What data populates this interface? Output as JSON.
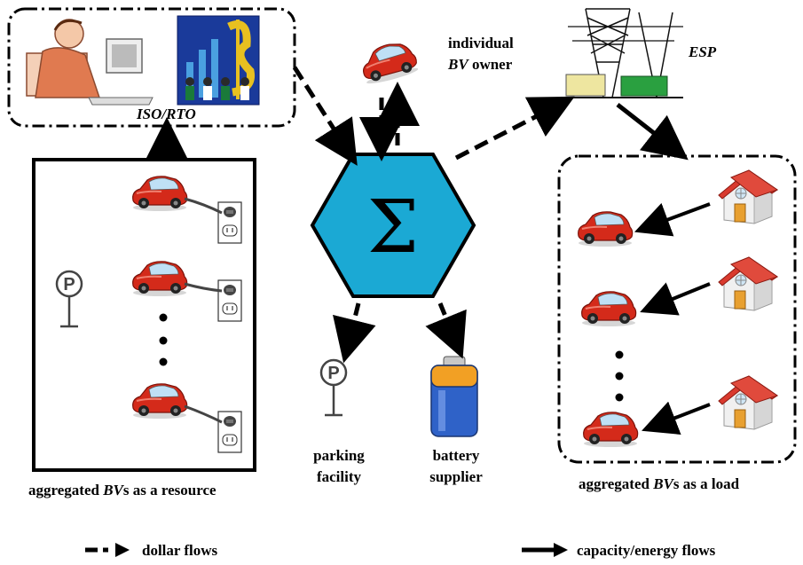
{
  "iso_rto": {
    "label": "ISO/RTO"
  },
  "owner": {
    "line1": "individual",
    "bv": "BV",
    "rest": " owner"
  },
  "esp": {
    "label": "ESP"
  },
  "aggregator": {
    "symbol": "Σ"
  },
  "parking": {
    "sign": "P",
    "line1": "parking",
    "line2": "facility"
  },
  "battery": {
    "line1": "battery",
    "line2": "supplier"
  },
  "resource_group": {
    "pre": "aggregated ",
    "bv": "BV",
    "post": "s as a resource"
  },
  "load_group": {
    "pre": "aggregated ",
    "bv": "BV",
    "post": "s as a load"
  },
  "legend": {
    "dollar": "dollar flows",
    "energy": "capacity/energy flows"
  },
  "colors": {
    "hexagon": "#1ba9d4",
    "car": "#d42a1a",
    "house_roof": "#d93a2e",
    "battery_body": "#2f62c8",
    "battery_band": "#f2a024"
  }
}
